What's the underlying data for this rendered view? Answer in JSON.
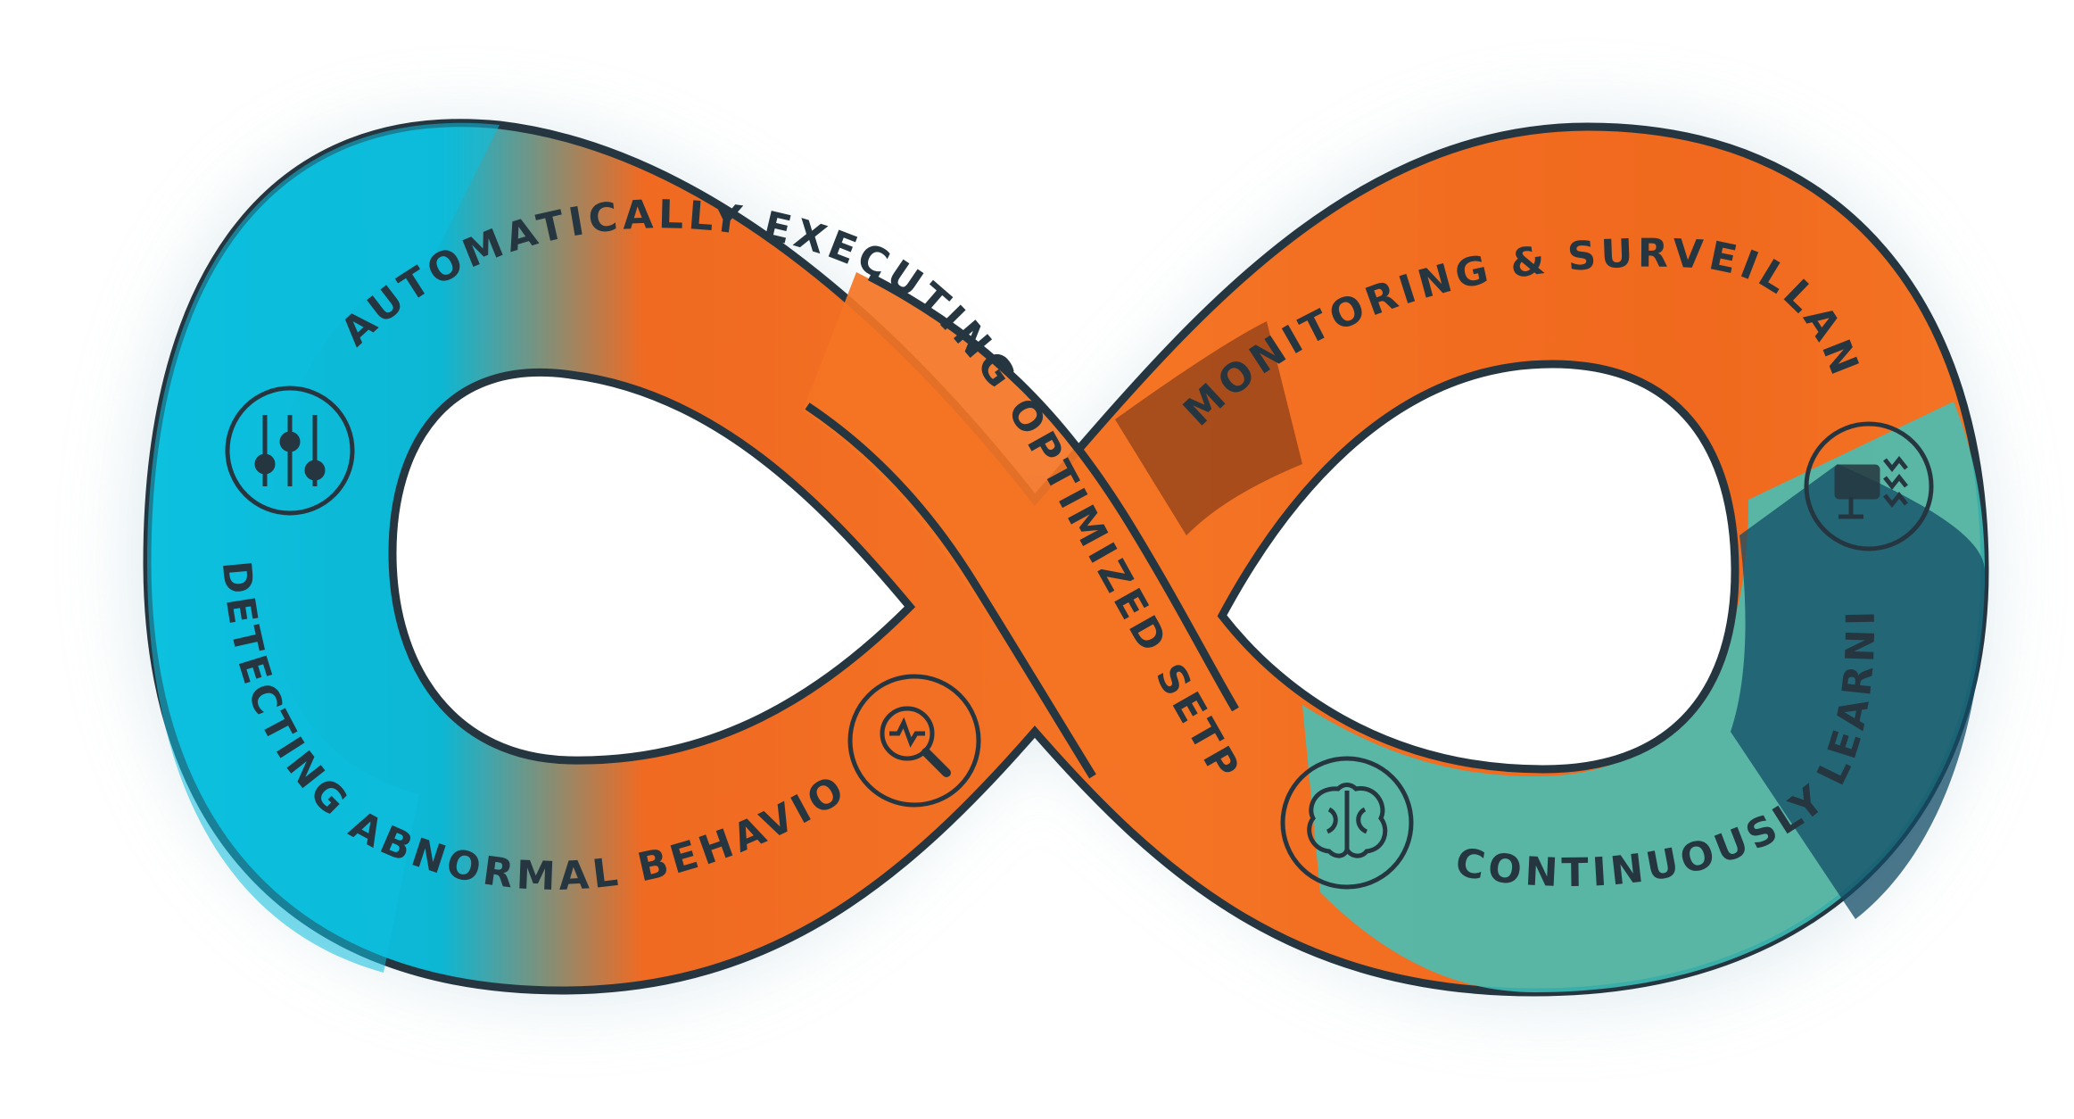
{
  "colors": {
    "orange": "#f47424",
    "orange_dark": "#e9651f",
    "burnt": "#8a3d1c",
    "cyan": "#0cc0de",
    "teal": "#3ec3bc",
    "navy": "#124b66",
    "outline": "#263640",
    "background": "#ffffff"
  },
  "labels": {
    "automatically_executing": "AUTOMATICALLY EXECUTING OPTIMIZED SETPOINTS",
    "monitoring": "MONITORING & SURVEILLANCE",
    "continuously_learning": "CONTINUOUSLY LEARNING",
    "detecting": "DETECTING ABNORMAL BEHAVIOUR"
  },
  "icons": {
    "settings": "sliders-icon",
    "monitoring": "monitor-waves-icon",
    "learning": "brain-icon",
    "detecting": "magnifier-pulse-icon"
  }
}
